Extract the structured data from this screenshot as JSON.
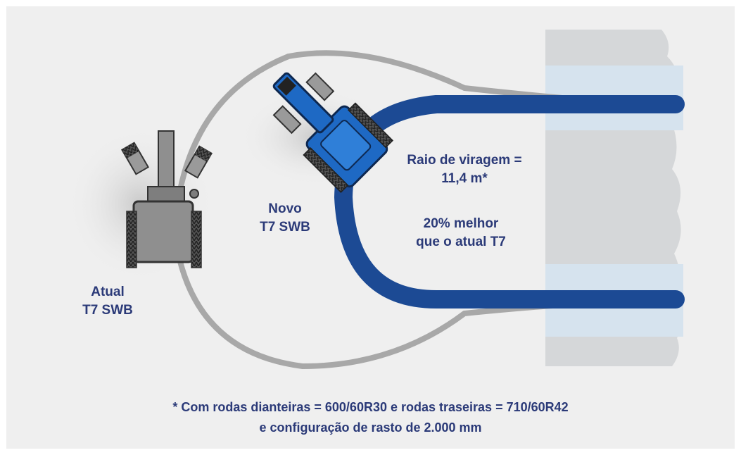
{
  "labels": {
    "current": [
      "Atual",
      "T7 SWB"
    ],
    "new": [
      "Novo",
      "T7 SWB"
    ],
    "radius": [
      "Raio de viragem =",
      "11,4 m*"
    ],
    "improvement": [
      "20% melhor",
      "que o atual T7"
    ]
  },
  "footnote": [
    "* Com rodas dianteiras = 600/60R30 e rodas traseiras = 710/60R42",
    "e configuração de rasto de 2.000 mm"
  ],
  "colors": {
    "background": "#efefef",
    "text": "#2b3a78",
    "turn_path": "#1c4a94",
    "old_path": "#a8a8a8",
    "new_tractor": "#1e69c4",
    "old_tractor": "#8f8f8f",
    "field": "#d5d7d9",
    "water_band": "#d6e3ee"
  }
}
